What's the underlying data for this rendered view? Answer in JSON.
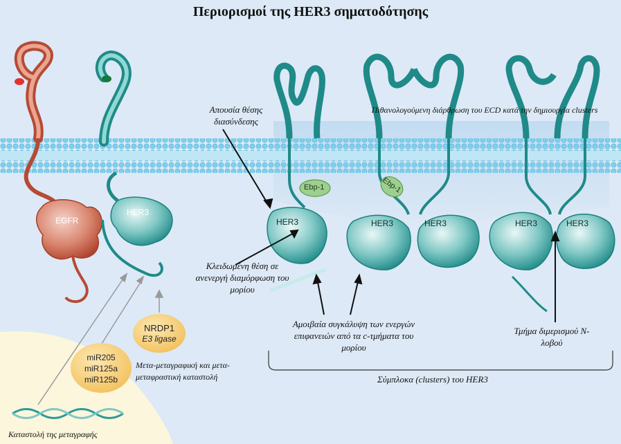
{
  "title": "Περιορισμοί της HER3 σηματοδότησης",
  "labels": {
    "no_crosslink": "Απουσία θέσης διασύνδεσης",
    "ecd_arrangement": "Πιθανολογούμενη διάρθρωση του ECD κατά την δημιουργία clusters",
    "locked_site": "Κλειδωμένη θέση σε ανενεργή διαμόρφωση του μορίου",
    "mutual_overlap": "Αμοιβαία συγκάλυψη των ενεργών επιφανειών από τα c-τμήματα του μορίου",
    "dimerization": "Τμήμα διμερισμού N-λοβού",
    "clusters": "Σύμπλοκα (clusters) του HER3",
    "post_transcriptional": "Μετα-μεταγραφική και μετα-μεταφραστική καταστολή",
    "transcription_repression": "Καταστολή της μεταγραφής"
  },
  "proteins": {
    "egfr": "EGFR",
    "her3": "HER3",
    "ebp1": "Ebp-1"
  },
  "bubbles": {
    "nrdp1_title": "NRDP1",
    "nrdp1_sub": "E3 ligase",
    "mirnas": [
      "miR205",
      "miR125a",
      "miR125b"
    ]
  },
  "colors": {
    "background": "#dde9f6",
    "membrane": "#8fd3ea",
    "her3": "#2a9a9a",
    "egfr": "#c05a44",
    "bubble": "#f7cf7a",
    "dna_cream": "#fbf6dc"
  }
}
